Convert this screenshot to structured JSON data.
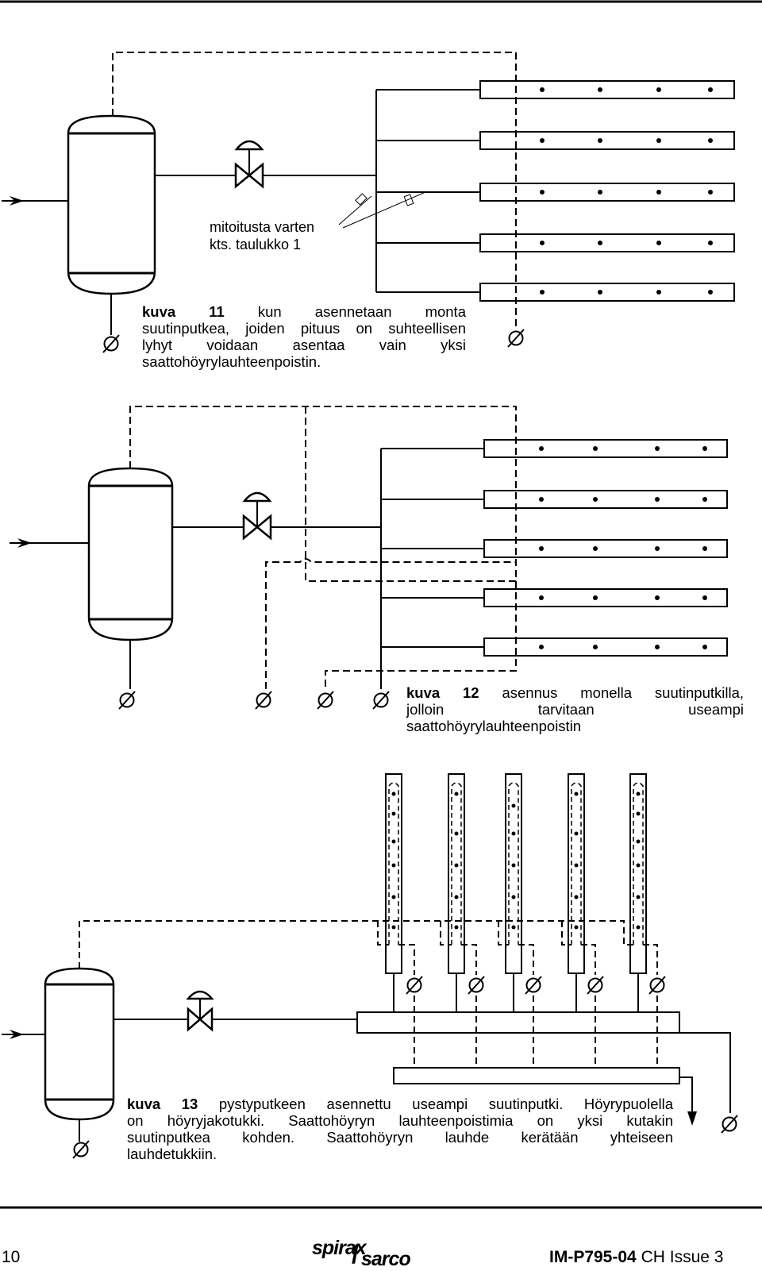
{
  "figures": [
    {
      "id": "kuva-11",
      "label": "kuva 11",
      "caption_lines": [
        "kun asennetaan monta",
        "suutinputkea, joiden pituus on suhteellisen",
        "lyhyt voidaan asentaa vain yksi",
        "saattohöyrylauhteenpoistin."
      ],
      "note_lines": [
        "mitoitusta varten",
        "kts. taulukko 1"
      ]
    },
    {
      "id": "kuva-12",
      "label": "kuva 12",
      "caption_lines": [
        "asennus monella suutinputkilla,",
        "jolloin tarvitaan useampi",
        "saattohöyrylauhteenpoistin"
      ]
    },
    {
      "id": "kuva-13",
      "label": "kuva 13",
      "caption_lines": [
        "pystyputkeen asennettu useampi suutinputki. Höyrypuolella",
        "on höyryjakotukki. Saattohöyryn lauhteenpoistimia on yksi kutakin",
        "suutinputkea kohden. Saattohöyryn lauhde kerätään yhteiseen",
        "lauhdetukkiin."
      ]
    }
  ],
  "footer": {
    "page_number": "10",
    "brand_top": "spirax",
    "brand_bottom": "sarco",
    "doc_code": "IM-P795-04",
    "doc_issue": "CH Issue 3"
  }
}
